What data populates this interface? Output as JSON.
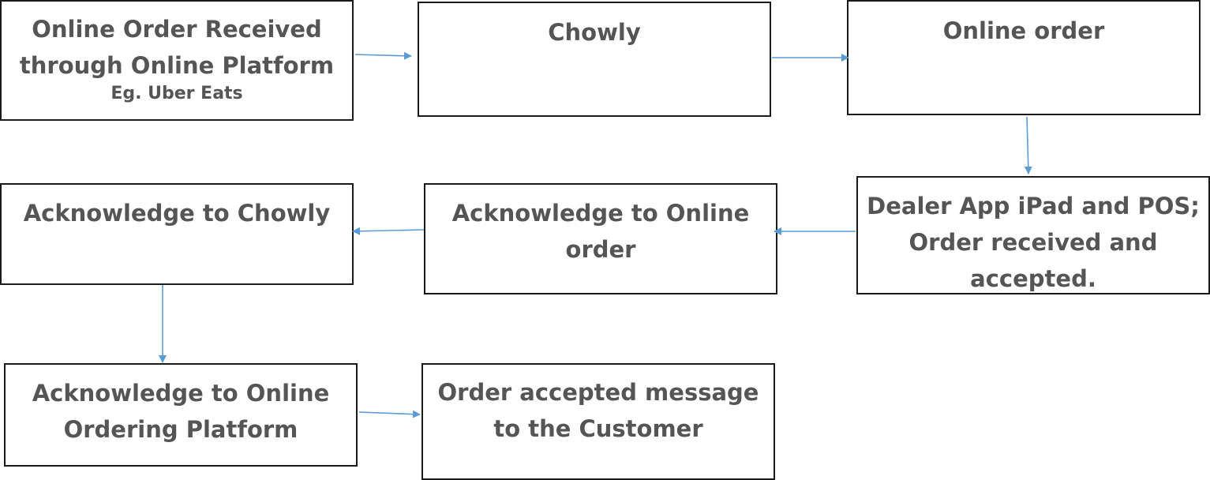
{
  "boxes": {
    "order_received": {
      "lines": [
        "Online Order Received",
        "through Online Platform"
      ],
      "sub": "Eg. Uber Eats"
    },
    "chowly": {
      "lines": [
        "Chowly"
      ]
    },
    "online_order": {
      "lines": [
        "Online order"
      ]
    },
    "dealer_app": {
      "lines": [
        "Dealer App iPad and POS;",
        "Order received and",
        "accepted."
      ]
    },
    "ack_online_order": {
      "lines": [
        "Acknowledge to Online",
        "order"
      ]
    },
    "ack_chowly": {
      "lines": [
        "Acknowledge to Chowly"
      ]
    },
    "ack_platform": {
      "lines": [
        "Acknowledge to Online",
        "Ordering Platform"
      ]
    },
    "customer_message": {
      "lines": [
        "Order accepted message",
        "to the Customer"
      ]
    }
  },
  "colors": {
    "arrow": "#5b9bd5",
    "text": "#555557",
    "border": "#1a1a1a"
  }
}
